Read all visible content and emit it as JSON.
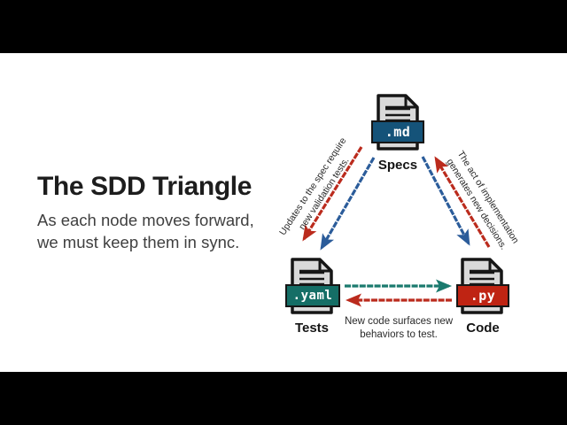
{
  "slide": {
    "title": "The SDD Triangle",
    "subtitle_lines": [
      "As each node moves forward,",
      "we must keep them in sync."
    ]
  },
  "diagram": {
    "nodes": {
      "specs": {
        "file_ext": ".md",
        "label": "Specs",
        "badge_color": "#155379"
      },
      "tests": {
        "file_ext": ".yaml",
        "label": "Tests",
        "badge_color": "#156e66"
      },
      "code": {
        "file_ext": ".py",
        "label": "Code",
        "badge_color": "#bf2413"
      }
    },
    "edges": {
      "specs_to_tests": {
        "label_lines": [
          "Updates to the spec require",
          "new validation tests."
        ],
        "arrows": [
          "red: Specs to Tests",
          "blue: Specs to Tests"
        ]
      },
      "specs_and_code": {
        "label_lines": [
          "The act of implementation",
          "generates new decisions."
        ],
        "arrows": [
          "blue: Specs to Code",
          "red: Code to Specs"
        ]
      },
      "tests_and_code": {
        "label_lines": [
          "New code surfaces new",
          "behaviors to test."
        ],
        "arrows": [
          "teal: Tests to Code",
          "red: Code to Tests"
        ]
      }
    }
  },
  "colors": {
    "arrow_red": "#bb2b1d",
    "arrow_blue": "#2b5c9a",
    "arrow_teal": "#1b7a6e",
    "ink": "#161616"
  }
}
